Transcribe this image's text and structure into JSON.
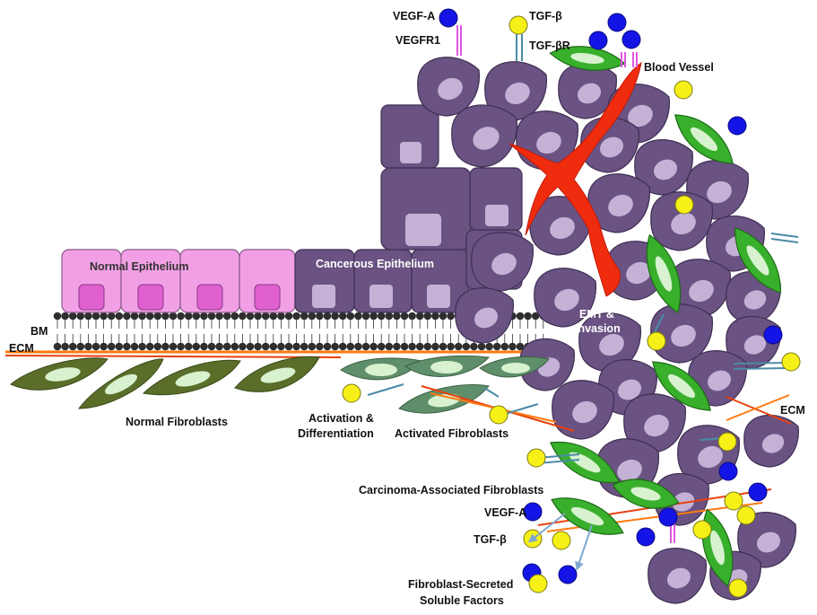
{
  "labels": {
    "vegf_a_top": "VEGF-A",
    "vegfr1": "VEGFR1",
    "tgf_beta_top": "TGF-β",
    "tgf_beta_r": "TGF-βR",
    "blood_vessel": "Blood Vessel",
    "normal_epithelium": "Normal Epithelium",
    "cancerous_epithelium": "Cancerous Epithelium",
    "bm": "BM",
    "ecm_left": "ECM",
    "emt_line1": "EMT &",
    "emt_line2": "Invasion",
    "normal_fibroblasts": "Normal Fibroblasts",
    "activation_line1": "Activation &",
    "activation_line2": "Differentiation",
    "activated_fibroblasts": "Activated Fibroblasts",
    "ecm_right": "ECM",
    "caf": "Carcinoma-Associated  Fibroblasts",
    "vegf_a_bottom": "VEGF-A",
    "tgf_beta_bottom": "TGF-β",
    "secreted_line1": "Fibroblast-Secreted",
    "secreted_line2": "Soluble  Factors"
  },
  "colors": {
    "normal_epithelium": "#f2a0e6",
    "normal_nucleus": "#e060d0",
    "cancer_cell": "#6a5283",
    "cancer_nucleus": "#c4b2d6",
    "blood_vessel": "#f02c0e",
    "normal_fibroblast": "#5a6e2a",
    "activated_fibroblast": "#5f8f6a",
    "caf": "#38b02c",
    "ecm_fiber": "#ff7a10",
    "vegf": "#1414e6",
    "tgf_beta": "#f6f018",
    "vegfr": "#e055e0",
    "tgf_receptor": "#4b8aa6",
    "arrow": "#7fa7d0"
  }
}
